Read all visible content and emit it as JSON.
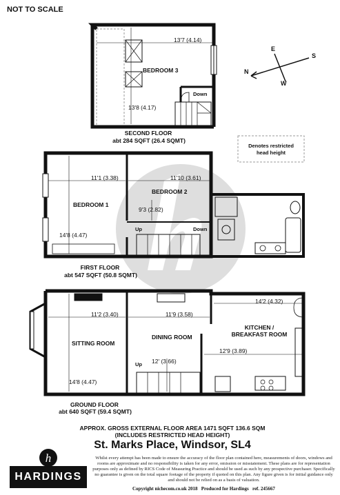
{
  "header": {
    "scale_note": "NOT TO SCALE"
  },
  "second_floor": {
    "label": "SECOND FLOOR",
    "area": "abt 284 SQFT (26.4 SQMT)",
    "room_name": "BEDROOM 3",
    "width": "13'7 (4.14)",
    "length": "13'8 (4.17)",
    "stair_label": "Down"
  },
  "first_floor": {
    "label": "FIRST FLOOR",
    "area": "abt 547 SQFT (50.8 SQMT)",
    "bedroom1": {
      "name": "BEDROOM 1",
      "width": "11'1 (3.38)",
      "length": "14'8 (4.47)"
    },
    "bedroom2": {
      "name": "BEDROOM 2",
      "width": "11'10 (3.61)",
      "length": "9'3 (2.82)"
    },
    "stair_up": "Up",
    "stair_down": "Down"
  },
  "ground_floor": {
    "label": "GROUND FLOOR",
    "area": "abt 640 SQFT (59.4 SQMT)",
    "sitting": {
      "name": "SITTING ROOM",
      "width": "11'2 (3.40)",
      "length": "14'8 (4.47)"
    },
    "dining": {
      "name": "DINING ROOM",
      "width": "11'9 (3.58)",
      "length": "12' (3.66)"
    },
    "kitchen": {
      "name_line1": "KITCHEN /",
      "name_line2": "BREAKFAST ROOM",
      "width": "14'2 (4.32)",
      "length": "12'9 (3.89)"
    },
    "stair_up": "Up"
  },
  "legend": {
    "line1": "Denotes restricted",
    "line2": "head height"
  },
  "compass": {
    "n": "N",
    "e": "E",
    "s": "S",
    "w": "W"
  },
  "totals": {
    "line1": "APPROX. GROSS EXTERNAL FLOOR AREA 1471 SQFT 136.6 SQM",
    "line2": "(INCLUDES RESTRICTED HEAD HEIGHT)"
  },
  "address": "St. Marks Place, Windsor, SL4",
  "brand": {
    "name": "HARDINGS",
    "monogram": "h"
  },
  "disclaimer": "Whilst every attempt has been made to ensure the accuracy of the floor plan contained here, measurements of doors, windows and rooms are approximate and no responsibility is taken for any error, omission or misstatement. These plans are for representation purposes only as defined by RICS Code of Measuring Practice and should be used as such by any prospective purchaser. Specifically no guarantee is given on the total square footage of the property if quoted on this plan. Any figure given is for initial guidance only and should not be relied on as a basis of valuation.",
  "footer": {
    "copyright": "Copyright nichecom.co.uk 2018",
    "produced": "Produced for Hardings",
    "ref": "ref. 245667"
  },
  "colors": {
    "wall": "#111111",
    "watermark": "#d9d9d9",
    "restricted": "#999999"
  }
}
